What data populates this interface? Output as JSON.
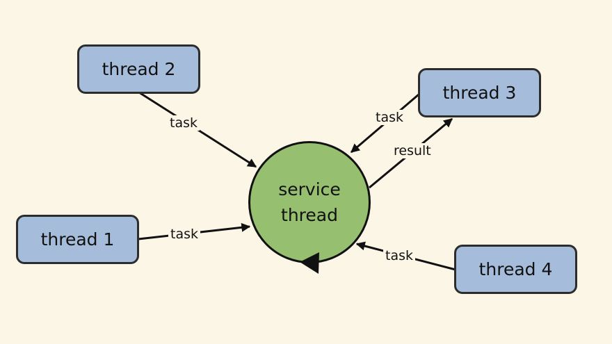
{
  "colors": {
    "background": "#fbf6e6",
    "thread_box_fill": "#a6bcdb",
    "service_fill": "#96bf6f",
    "stroke": "#111111"
  },
  "service": {
    "line1": "service",
    "line2": "thread"
  },
  "threads": [
    {
      "label": "thread 1"
    },
    {
      "label": "thread 2"
    },
    {
      "label": "thread 3"
    },
    {
      "label": "thread 4"
    }
  ],
  "edges": [
    {
      "from": "thread 2",
      "to": "service thread",
      "label": "task"
    },
    {
      "from": "thread 1",
      "to": "service thread",
      "label": "task"
    },
    {
      "from": "thread 3",
      "to": "service thread",
      "label": "task"
    },
    {
      "from": "service thread",
      "to": "thread 3",
      "label": "result"
    },
    {
      "from": "thread 4",
      "to": "service thread",
      "label": "task"
    }
  ]
}
